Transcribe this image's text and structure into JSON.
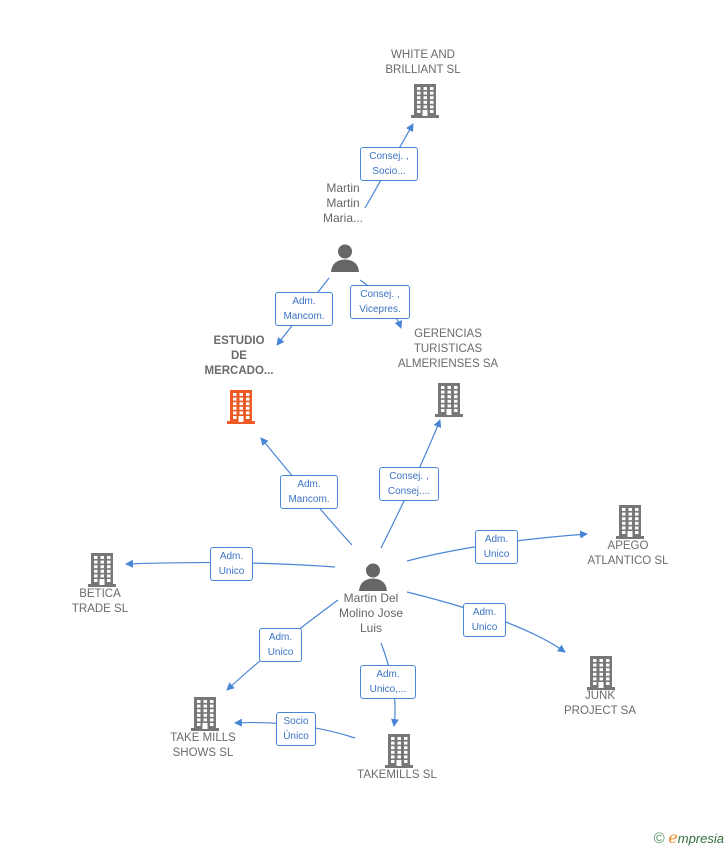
{
  "colors": {
    "edge": "#4a86d6",
    "building": "#777777",
    "building_focus": "#ee5a24",
    "person": "#666666",
    "text": "#6b6b6b"
  },
  "nodes": [
    {
      "id": "white",
      "kind": "company",
      "label": "WHITE AND\nBRILLIANT  SL",
      "bold": false
    },
    {
      "id": "martin_maria",
      "kind": "person",
      "label": "Martin\nMartin\nMaria..."
    },
    {
      "id": "estudio",
      "kind": "company",
      "label": "ESTUDIO\nDE\nMERCADO...",
      "focus": true
    },
    {
      "id": "gerencias",
      "kind": "company",
      "label": "GERENCIAS\nTURISTICAS\nALMERIENSES SA"
    },
    {
      "id": "martin_jose",
      "kind": "person",
      "label": "Martin Del\nMolino Jose\nLuis"
    },
    {
      "id": "apego",
      "kind": "company",
      "label": "APEGO\nATLANTICO  SL"
    },
    {
      "id": "betica",
      "kind": "company",
      "label": "BETICA\nTRADE SL"
    },
    {
      "id": "junk",
      "kind": "company",
      "label": "JUNK\nPROJECT SA"
    },
    {
      "id": "takemills_shows",
      "kind": "company",
      "label": "TAKE MILLS\nSHOWS  SL"
    },
    {
      "id": "takemills",
      "kind": "company",
      "label": "TAKEMILLS  SL"
    }
  ],
  "relations": [
    {
      "id": "r1",
      "label": "Consej. ,\nSocio..."
    },
    {
      "id": "r2",
      "label": "Adm.\nMancom."
    },
    {
      "id": "r3",
      "label": "Consej. ,\nVicepres."
    },
    {
      "id": "r4",
      "label": "Adm.\nMancom."
    },
    {
      "id": "r5",
      "label": "Consej. ,\nConsej...."
    },
    {
      "id": "r6",
      "label": "Adm.\nUnico"
    },
    {
      "id": "r7",
      "label": "Adm.\nUnico"
    },
    {
      "id": "r8",
      "label": "Adm.\nUnico"
    },
    {
      "id": "r9",
      "label": "Adm.\nUnico"
    },
    {
      "id": "r10",
      "label": "Adm.\nUnico,..."
    },
    {
      "id": "r11",
      "label": "Socio\nÚnico"
    }
  ],
  "brand": {
    "copyright": "©",
    "e": "e",
    "rest": "mpresia"
  }
}
